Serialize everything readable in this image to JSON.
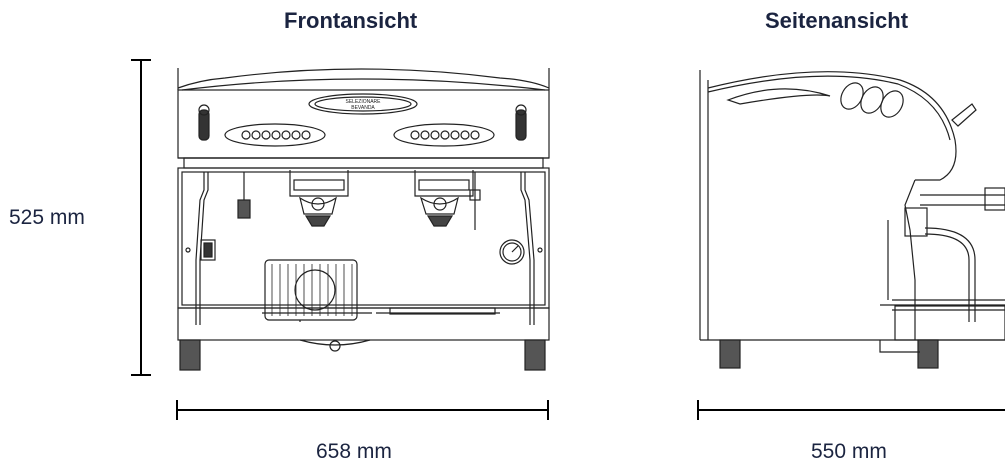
{
  "views": {
    "front": {
      "title": "Frontansicht",
      "width_label": "658 mm",
      "height_label": "525 mm"
    },
    "side": {
      "title": "Seitenansicht",
      "width_label": "550 mm"
    }
  },
  "machine": {
    "display_line1": "SELEZIONARE",
    "display_line2": "BEVANDA"
  }
}
